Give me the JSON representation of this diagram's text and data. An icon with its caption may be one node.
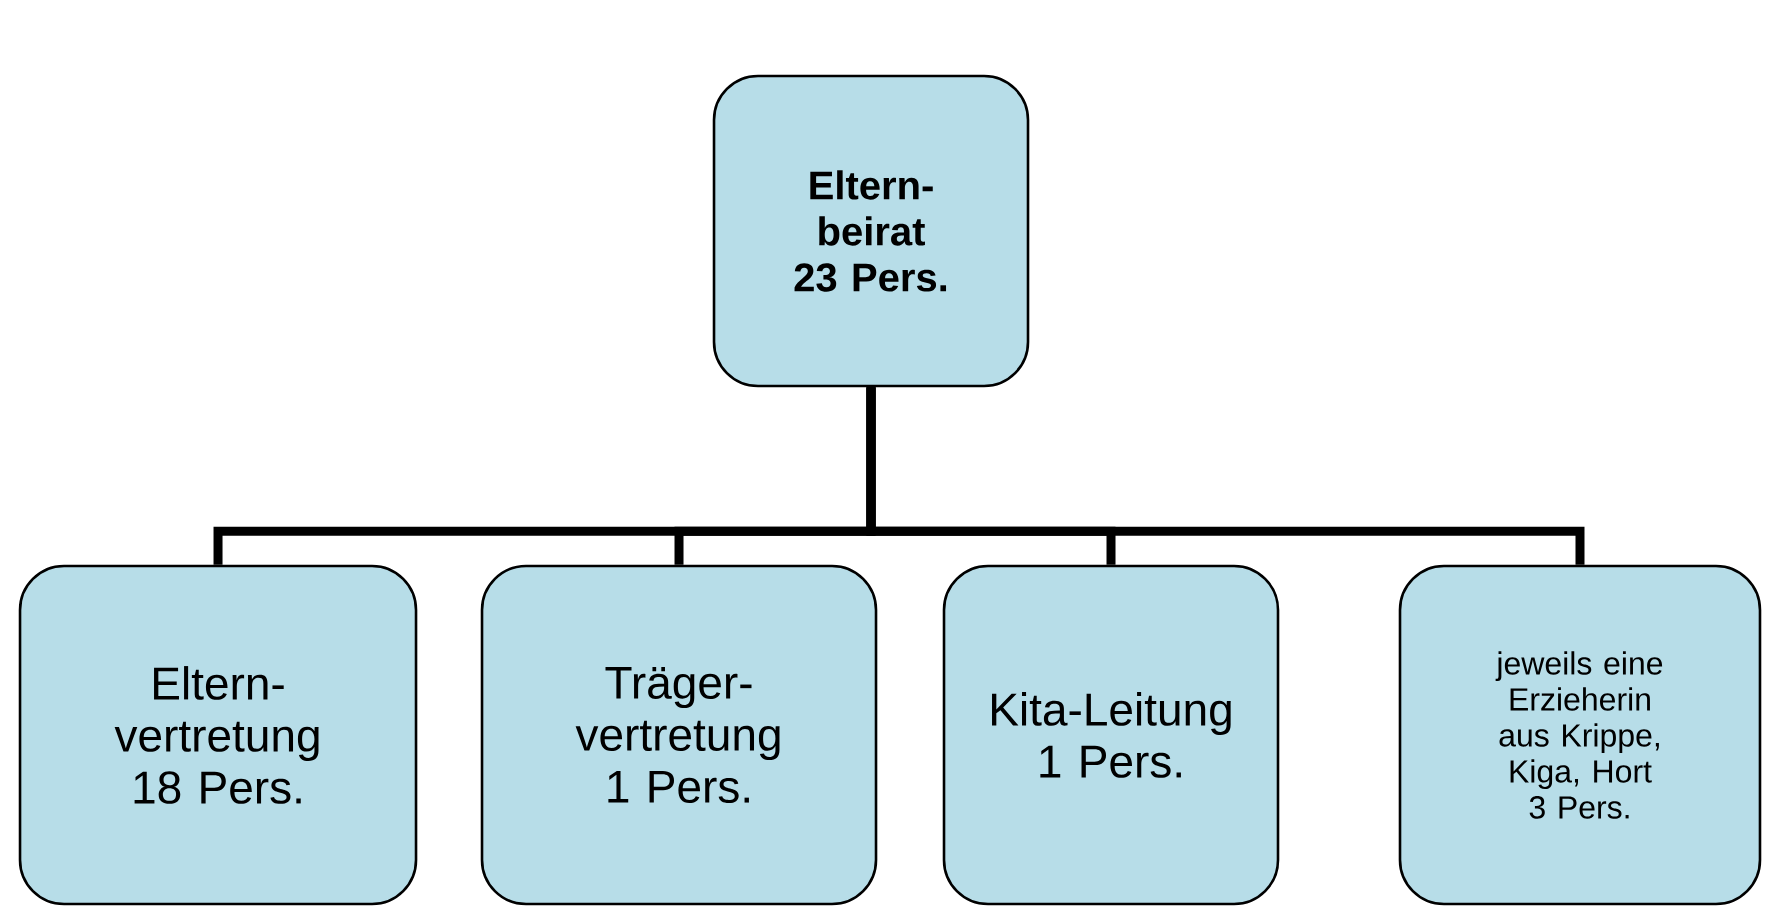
{
  "diagram": {
    "nodes": [
      {
        "text": [
          "Eltern- beirat 23 Pers."
        ]
      },
      {
        "text": [
          "Eltern- vertretung 18 Pers."
        ]
      },
      {
        "text": [
          "Träger- vertretung 1 Pers."
        ]
      },
      {
        "text": [
          "Kita-Leitung 1 Pers."
        ]
      },
      {
        "text": [
          "jeweils eine Erzieherin aus Krippe, Kiga, Hort",
          "3 Pers."
        ]
      }
    ],
    "edges": [
      {
        "from": 0,
        "to": 1,
        "arrow": "none"
      },
      {
        "from": 0,
        "to": 2,
        "arrow": "none"
      },
      {
        "from": 0,
        "to": 3,
        "arrow": "none"
      },
      {
        "from": 0,
        "to": 4,
        "arrow": "none"
      }
    ]
  }
}
